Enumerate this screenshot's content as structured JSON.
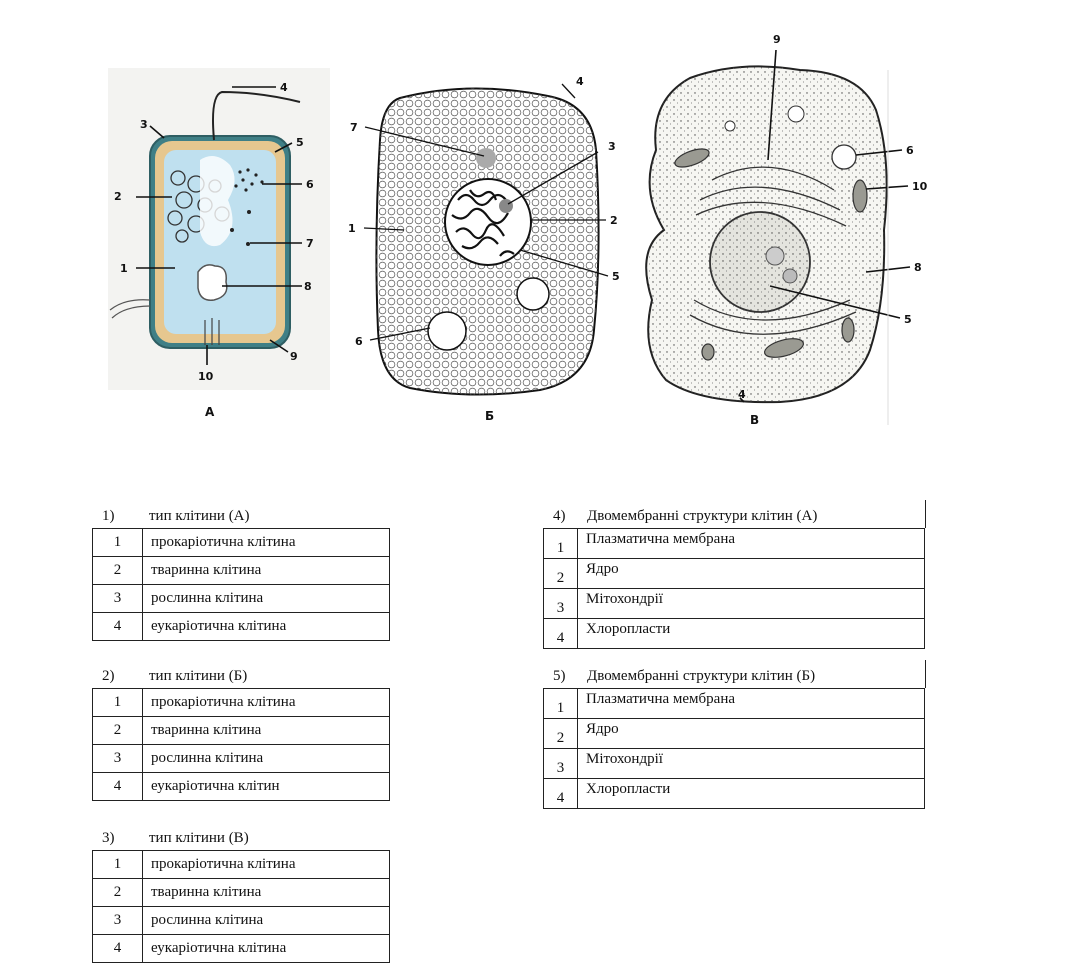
{
  "figure": {
    "captions": {
      "a": "А",
      "b": "Б",
      "c": "В"
    },
    "labels_a": [
      "1",
      "2",
      "3",
      "4",
      "5",
      "6",
      "7",
      "8",
      "9",
      "10"
    ],
    "labels_b": [
      "1",
      "2",
      "3",
      "4",
      "5",
      "6",
      "7"
    ],
    "labels_c": [
      "4",
      "5",
      "6",
      "8",
      "9",
      "10"
    ]
  },
  "questions": [
    {
      "num": "1)",
      "title": "тип клітини (А)",
      "options": [
        {
          "n": "1",
          "text": "прокаріотична клітина"
        },
        {
          "n": "2",
          "text": "тваринна клітина"
        },
        {
          "n": "3",
          "text": "рослинна клітина"
        },
        {
          "n": "4",
          "text": "еукаріотична клітина"
        }
      ]
    },
    {
      "num": "2)",
      "title": "тип клітини (Б)",
      "options": [
        {
          "n": "1",
          "text": "прокаріотична клітина"
        },
        {
          "n": "2",
          "text": "тваринна клітина"
        },
        {
          "n": "3",
          "text": "рослинна клітина"
        },
        {
          "n": "4",
          "text": "еукаріотична клітин"
        }
      ]
    },
    {
      "num": "3)",
      "title": "тип клітини (В)",
      "options": [
        {
          "n": "1",
          "text": "прокаріотична клітина"
        },
        {
          "n": "2",
          "text": "тваринна клітина"
        },
        {
          "n": "3",
          "text": "рослинна клітина"
        },
        {
          "n": "4",
          "text": "еукаріотична клітина"
        }
      ]
    },
    {
      "num": "4)",
      "title": "Двомембранні структури клітин (А)",
      "options": [
        {
          "n": "1",
          "text": "Плазматична мембрана"
        },
        {
          "n": "2",
          "text": "Ядро"
        },
        {
          "n": "3",
          "text": "Мітохондрії"
        },
        {
          "n": "4",
          "text": "Хлоропласти"
        }
      ]
    },
    {
      "num": "5)",
      "title": "Двомембранні структури клітин (Б)",
      "options": [
        {
          "n": "1",
          "text": "Плазматична мембрана"
        },
        {
          "n": "2",
          "text": "Ядро"
        },
        {
          "n": "3",
          "text": "Мітохондрії"
        },
        {
          "n": "4",
          "text": "Хлоропласти"
        }
      ]
    }
  ]
}
